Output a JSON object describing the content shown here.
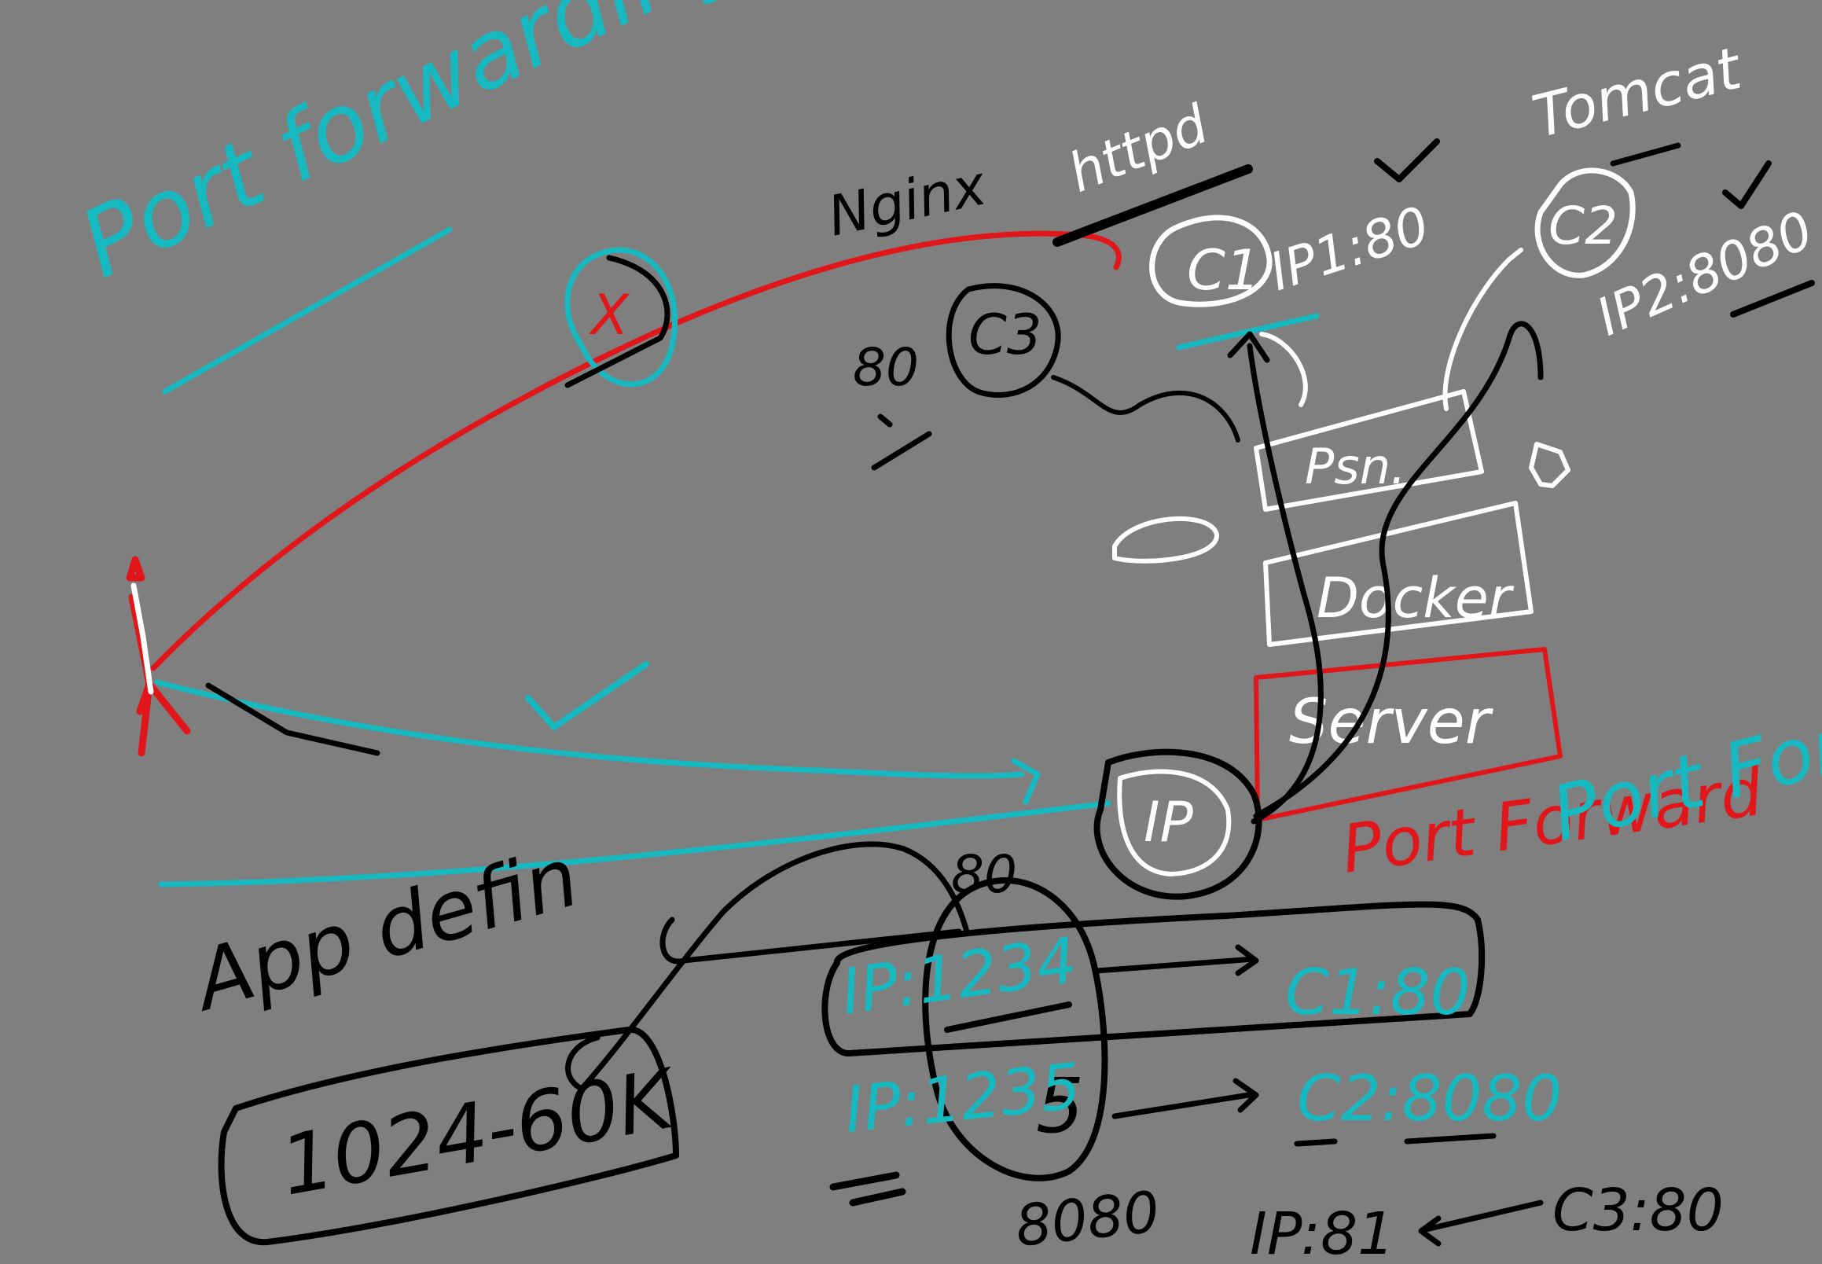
{
  "colors": {
    "background": "#7f7f7f",
    "white": "#ffffff",
    "black": "#000000",
    "red": "#e0161b",
    "cyan": "#16b9c0"
  },
  "title": "Port forwarding",
  "nodes": {
    "c1": "C1",
    "c2": "C2",
    "c3": "C3",
    "ip": "IP",
    "os": "Psn.",
    "docker": "Docker",
    "server": "Server"
  },
  "labels": {
    "nginx": "Nginx",
    "httpd": "httpd",
    "tomcat": "Tomcat",
    "ip1_80": "IP1:80",
    "ip2_8080": "IP2:8080",
    "port_80_left": "80",
    "port_80_bottom": "80",
    "port_8080": "8080",
    "port_forward_black": "Port Forward",
    "port_forward_colored": "Port Forward",
    "app_define": "App defin",
    "port_range": "1024-60K"
  },
  "mappings": [
    {
      "from": "IP:1234",
      "to": "C1:80"
    },
    {
      "from": "IP:1235",
      "to": "C2:8080"
    },
    {
      "from": "IP:81",
      "to": "C3:80"
    }
  ],
  "marks": {
    "red_cross": "X",
    "five": "5"
  }
}
